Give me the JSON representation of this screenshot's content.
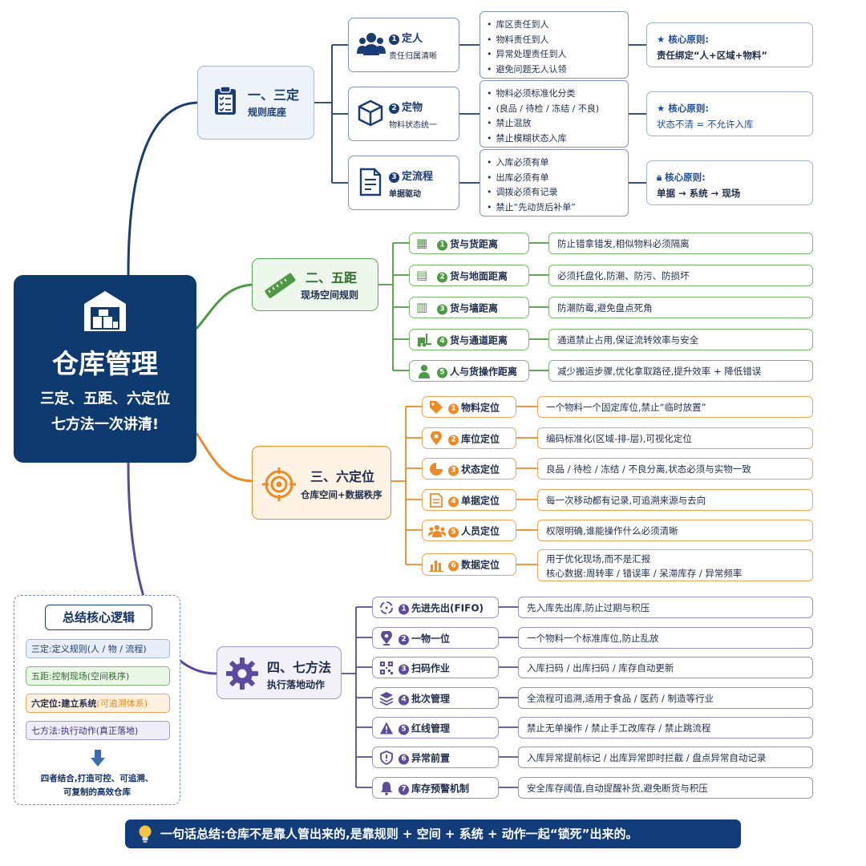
{
  "central": {
    "title": "仓库管理",
    "subtitle_line1": "三定、五距、六定位",
    "subtitle_line2": "七方法一次讲清!",
    "icon": "warehouse-icon"
  },
  "colors": {
    "blue": "#1a3d75",
    "green": "#4e9a44",
    "orange": "#ee8a26",
    "purple": "#5b4a9e",
    "navy": "#0f3a70"
  },
  "branches": [
    {
      "title": "一、三定",
      "subtitle": "规则底座",
      "icon": "clipboard-icon",
      "items": [
        {
          "num": "1",
          "title": "定人",
          "subtitle": "责任归属清晰",
          "icon": "people-icon",
          "bullets": [
            "库区责任到人",
            "物料责任到人",
            "异常处理责任到人",
            "避免问题无人认领"
          ],
          "principle_title": "核心原则:",
          "principle": "责任绑定“人+区域+物料”",
          "principle_icon": "star-icon"
        },
        {
          "num": "2",
          "title": "定物",
          "subtitle": "物料状态统一",
          "icon": "box-icon",
          "bullets": [
            "物料必须标准化分类",
            "(良品 / 待检 / 冻结 / 不良)",
            "禁止混放",
            "禁止模糊状态入库"
          ],
          "principle_title": "核心原则:",
          "principle": "状态不清 = 不允许入库",
          "principle_icon": "star-icon"
        },
        {
          "num": "3",
          "title": "定流程",
          "subtitle": "单据驱动",
          "icon": "document-icon",
          "bullets": [
            "入库必须有单",
            "出库必须有单",
            "调拨必须有记录",
            "禁止“先动货后补单”"
          ],
          "principle_title": "核心原则:",
          "principle": "单据 → 系统 → 现场",
          "principle_icon": "lock-icon"
        }
      ]
    },
    {
      "title": "二、五距",
      "subtitle": "现场空间规则",
      "icon": "ruler-icon",
      "items": [
        {
          "num": "1",
          "label": "货与货距离",
          "desc": "防止错拿错发,相似物料必须隔离",
          "icon": "boxes-icon"
        },
        {
          "num": "2",
          "label": "货与地面距离",
          "desc": "必须托盘化,防潮、防污、防损坏",
          "icon": "pallet-icon"
        },
        {
          "num": "3",
          "label": "货与墙距离",
          "desc": "防潮防霉,避免盘点死角",
          "icon": "wall-icon"
        },
        {
          "num": "4",
          "label": "货与通道距离",
          "desc": "通道禁止占用,保证流转效率与安全",
          "icon": "forklift-icon"
        },
        {
          "num": "5",
          "label": "人与货操作距离",
          "desc": "减少搬运步骤,优化拿取路径,提升效率 + 降低错误",
          "icon": "person-icon"
        }
      ]
    },
    {
      "title": "三、六定位",
      "subtitle": "仓库空间+数据秩序",
      "icon": "target-icon",
      "items": [
        {
          "num": "1",
          "label": "物料定位",
          "desc": [
            "一个物料一个固定库位,禁止“临时放置”"
          ],
          "icon": "tag-icon"
        },
        {
          "num": "2",
          "label": "库位定位",
          "desc": [
            "编码标准化(区域-排-层),可视化定位"
          ],
          "icon": "pin-icon"
        },
        {
          "num": "3",
          "label": "状态定位",
          "desc": [
            "良品 / 待检 / 冻结 / 不良分离,状态必须与实物一致"
          ],
          "icon": "pie-icon"
        },
        {
          "num": "4",
          "label": "单据定位",
          "desc": [
            "每一次移动都有记录,可追溯来源与去向"
          ],
          "icon": "receipt-icon"
        },
        {
          "num": "5",
          "label": "人员定位",
          "desc": [
            "权限明确,谁能操作什么必须清晰"
          ],
          "icon": "team-icon"
        },
        {
          "num": "6",
          "label": "数据定位",
          "desc": [
            "用于优化现场,而不是汇报",
            "核心数据:周转率 / 错误率 / 呆滞库存 / 异常频率"
          ],
          "icon": "bar-chart-icon"
        }
      ]
    },
    {
      "title": "四、七方法",
      "subtitle": "执行落地动作",
      "icon": "gear-icon",
      "items": [
        {
          "num": "1",
          "label": "先进先出(FIFO)",
          "desc": "先入库先出库,防止过期与积压",
          "icon": "cycle-icon"
        },
        {
          "num": "2",
          "label": "一物一位",
          "desc": "一个物料一个标准库位,防止乱放",
          "icon": "location-icon"
        },
        {
          "num": "3",
          "label": "扫码作业",
          "desc": "入库扫码 / 出库扫码 / 库存自动更新",
          "icon": "qr-icon"
        },
        {
          "num": "4",
          "label": "批次管理",
          "desc": "全流程可追溯,适用于食品 / 医药 / 制造等行业",
          "icon": "layers-icon"
        },
        {
          "num": "5",
          "label": "红线管理",
          "desc": "禁止无单操作 / 禁止手工改库存 / 禁止跳流程",
          "icon": "warning-icon"
        },
        {
          "num": "6",
          "label": "异常前置",
          "desc": "入库异常提前标记 / 出库异常即时拦截 / 盘点异常自动记录",
          "icon": "shield-icon"
        },
        {
          "num": "7",
          "label": "库存预警机制",
          "desc": "安全库存阈值,自动提醒补货,避免断货与积压",
          "icon": "bell-icon"
        }
      ]
    }
  ],
  "summary": {
    "title": "总结核心逻辑",
    "rows": [
      {
        "label": "三定:定义规则(人 / 物 / 流程)",
        "note": ""
      },
      {
        "label": "五距:控制现场(空间秩序)",
        "note": ""
      },
      {
        "label": "六定位:建立系统",
        "note": "(可追溯体系)"
      },
      {
        "label": "七方法:执行动作(真正落地)",
        "note": ""
      }
    ],
    "footer_line1": "四者结合,打造可控、可追溯、",
    "footer_line2": "可复制的高效仓库"
  },
  "bottom": {
    "text": "一句话总结:仓库不是靠人管出来的,是靠规则 + 空间 + 系统 + 动作一起“锁死”出来的。",
    "icon": "lightbulb-icon"
  }
}
